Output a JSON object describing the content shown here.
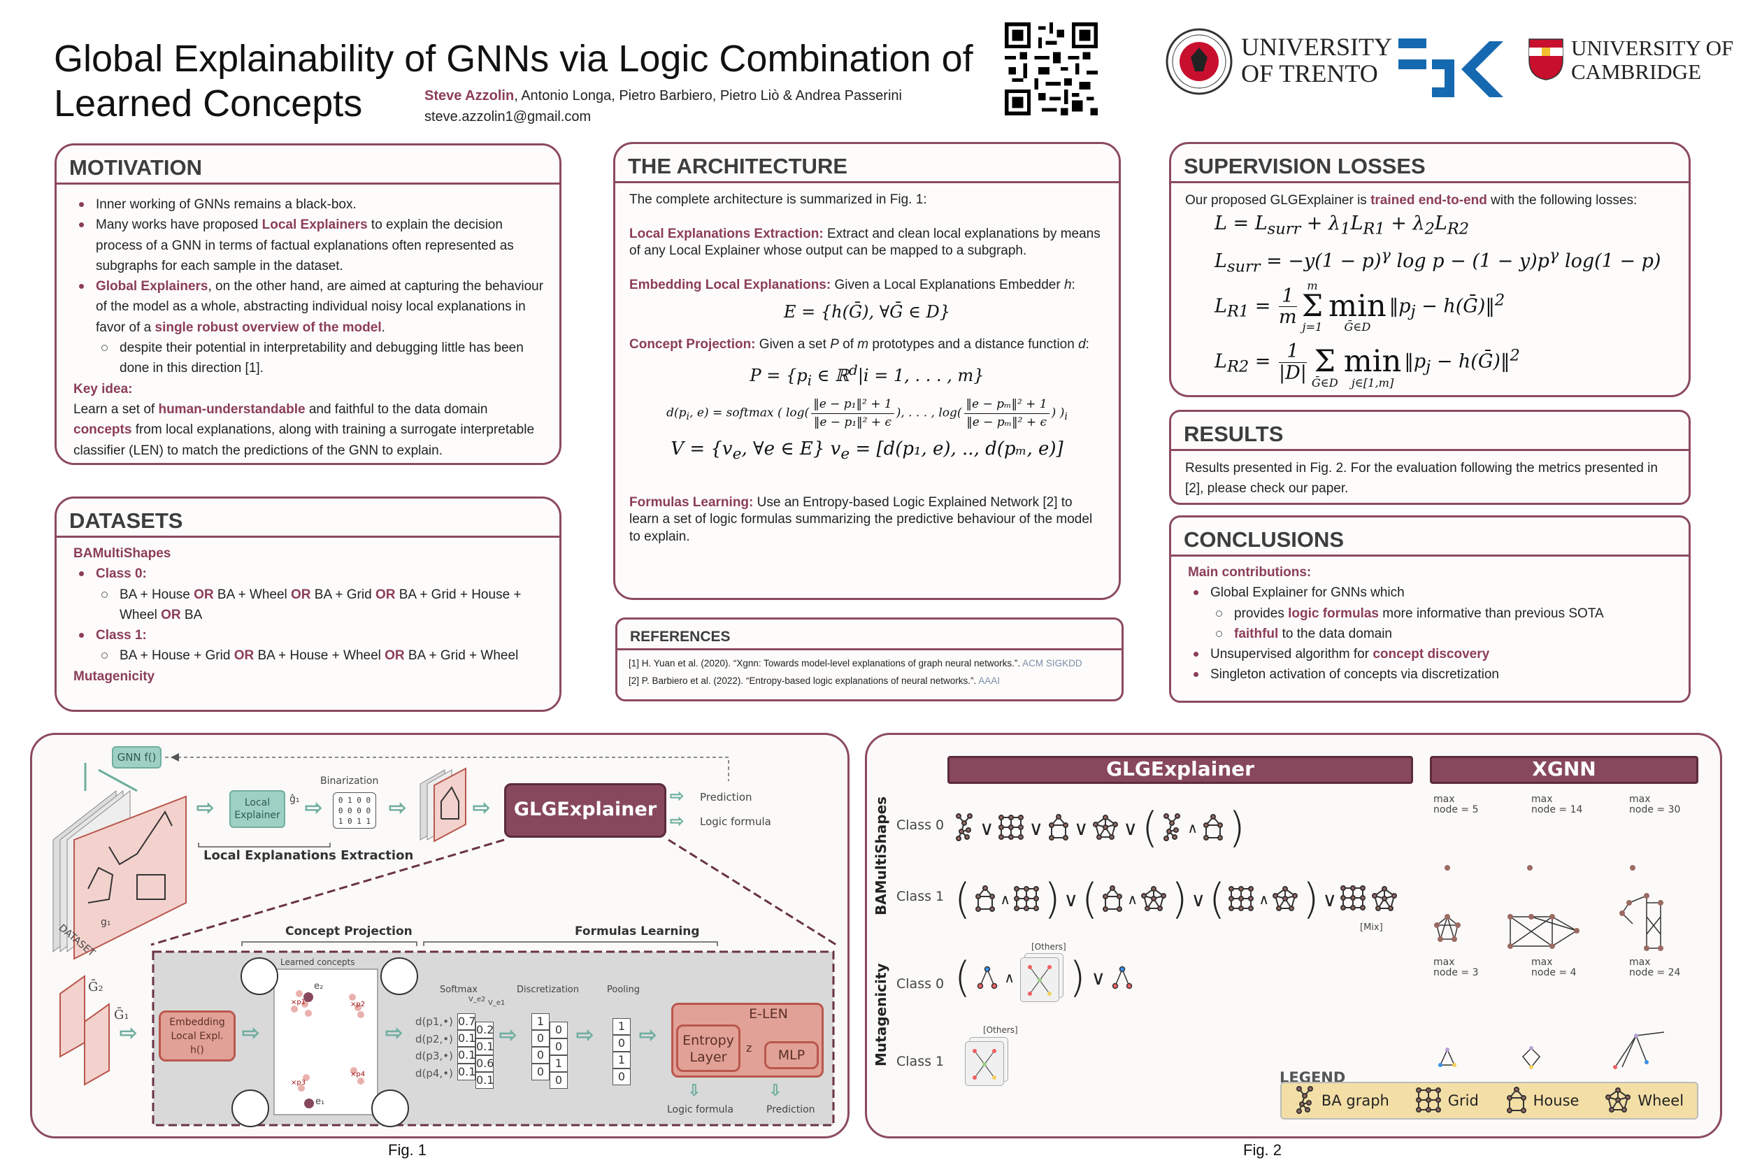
{
  "header": {
    "title_line1": "Global Explainability of GNNs via Logic Combination of",
    "title_line2": "Learned Concepts",
    "first_author": "Steve Azzolin",
    "other_authors": ", Antonio Longa, Pietro Barbiero, Pietro Liò & Andrea Passerini",
    "email": "steve.azzolin1@gmail.com",
    "logos": {
      "trento": [
        "UNIVERSITY",
        "OF TRENTO"
      ],
      "trento_seal": "UNIVERSITAS ATHESINA STUDIORUM",
      "cambridge": [
        "UNIVERSITY OF",
        "CAMBRIDGE"
      ]
    }
  },
  "colors": {
    "accent": "#8b3d5a",
    "border": "#8c4a62",
    "teal": "#9fd0c4",
    "salmon": "#e2a196",
    "legend_bg": "#f3dfa6"
  },
  "motivation": {
    "title": "MOTIVATION",
    "bullets": [
      {
        "level": 1,
        "parts": [
          "Inner working of GNNs remains a black-box."
        ]
      },
      {
        "level": 1,
        "parts": [
          "Many works have proposed ",
          {
            "c": "em",
            "t": "Local Explainers"
          },
          " to explain the decision process of a GNN in terms of factual explanations often represented as subgraphs for each sample in the dataset."
        ]
      },
      {
        "level": 1,
        "parts": [
          {
            "c": "em",
            "t": "Global Explainers"
          },
          ", on the other hand, are aimed at capturing the behaviour of the model as a whole, abstracting individual noisy local explanations in favor of a ",
          {
            "c": "em",
            "t": "single robust overview of the model"
          },
          "."
        ]
      },
      {
        "level": 2,
        "parts": [
          "despite their potential in interpretability and debugging little has been done in this direction [1]."
        ]
      }
    ],
    "key_idea_label": "Key idea:",
    "key_idea": [
      "Learn a set of ",
      {
        "c": "em",
        "t": "human-understandable"
      },
      " and faithful to the data domain ",
      {
        "c": "em",
        "t": "concepts"
      },
      " from local explanations, along with training a surrogate interpretable classifier (LEN) to match the predictions of the GNN to explain."
    ]
  },
  "datasets": {
    "title": "DATASETS",
    "items": [
      {
        "level": 0,
        "parts": [
          {
            "c": "em",
            "t": "BAMultiShapes"
          }
        ]
      },
      {
        "level": 1,
        "parts": [
          {
            "c": "em",
            "t": "Class 0:"
          }
        ]
      },
      {
        "level": 2,
        "parts": [
          "BA + House ",
          {
            "c": "em",
            "t": "OR"
          },
          " BA + Wheel ",
          {
            "c": "em",
            "t": "OR"
          },
          " BA + Grid ",
          {
            "c": "em",
            "t": "OR"
          },
          " BA + Grid + House + Wheel ",
          {
            "c": "em",
            "t": "OR"
          },
          " BA"
        ]
      },
      {
        "level": 1,
        "parts": [
          {
            "c": "em",
            "t": "Class 1:"
          }
        ]
      },
      {
        "level": 2,
        "parts": [
          "BA + House + Grid ",
          {
            "c": "em",
            "t": "OR"
          },
          " BA + House + Wheel ",
          {
            "c": "em",
            "t": "OR"
          },
          " BA + Grid + Wheel"
        ]
      },
      {
        "level": 0,
        "parts": [
          {
            "c": "em",
            "t": "Mutagenicity"
          }
        ]
      }
    ]
  },
  "architecture": {
    "title": "THE ARCHITECTURE",
    "intro": "The complete architecture is summarized in Fig. 1:",
    "p1": [
      {
        "c": "em",
        "t": "Local Explanations Extraction:"
      },
      " Extract and clean local explanations by means of any Local Explainer whose output can be mapped to a subgraph."
    ],
    "p2": [
      {
        "c": "em",
        "t": "Embedding Local Explanations:"
      },
      " Given a Local Explanations Embedder ",
      {
        "c": "i",
        "t": "h"
      },
      ":"
    ],
    "eq_E": [
      "E = {h(Ḡ), ∀Ḡ ∈ D}"
    ],
    "p3": [
      {
        "c": "em",
        "t": "Concept Projection:"
      },
      " Given a set ",
      {
        "c": "i",
        "t": "P"
      },
      " of ",
      {
        "c": "i",
        "t": "m"
      },
      " prototypes and a distance function ",
      {
        "c": "i",
        "t": "d"
      },
      ":"
    ],
    "eq_P": [
      "P = {p",
      {
        "c": "sub",
        "t": "i"
      },
      " ∈ ℝ",
      {
        "c": "sup",
        "t": "d"
      },
      "|i = 1, . . . , m}"
    ],
    "eq_d": [
      "d(p",
      {
        "c": "sub",
        "t": "i"
      },
      ", e) = softmax ( log(",
      {
        "c": "frac",
        "n": "‖e − p₁‖² + 1",
        "d": "‖e − p₁‖² + ϵ"
      },
      "), . . . , log(",
      {
        "c": "frac",
        "n": "‖e − pₘ‖² + 1",
        "d": "‖e − pₘ‖² + ϵ"
      },
      ") )",
      {
        "c": "sub",
        "t": "i"
      }
    ],
    "eq_V": [
      "V = {v",
      {
        "c": "sub",
        "t": "e"
      },
      ", ∀e ∈ E}      v",
      {
        "c": "sub",
        "t": "e"
      },
      " = [d(p₁, e), .., d(pₘ, e)]"
    ],
    "p4": [
      {
        "c": "em",
        "t": "Formulas Learning:"
      },
      " Use an Entropy-based Logic Explained Network [2] to learn a set of logic formulas summarizing the predictive behaviour of the model to explain."
    ]
  },
  "references": {
    "title": "REFERENCES",
    "items": [
      [
        "[1] H. Yuan et al. (2020). “Xgnn: Towards model-level explanations of graph neural networks.”.  ",
        {
          "c": "link",
          "t": "ACM SIGKDD"
        }
      ],
      [
        "[2] P. Barbiero et al. (2022). “Entropy-based logic explanations of neural networks.”. ",
        {
          "c": "link",
          "t": "AAAI"
        }
      ]
    ]
  },
  "supervision": {
    "title": "SUPERVISION LOSSES",
    "intro": [
      "Our proposed GLGExplainer is ",
      {
        "c": "em",
        "t": "trained end-to-end"
      },
      " with the following losses:"
    ],
    "eqs": [
      [
        "L = L",
        {
          "c": "sub",
          "t": "surr"
        },
        " + λ",
        {
          "c": "sub",
          "t": "1"
        },
        "L",
        {
          "c": "sub",
          "t": "R1"
        },
        " + λ",
        {
          "c": "sub",
          "t": "2"
        },
        "L",
        {
          "c": "sub",
          "t": "R2"
        }
      ],
      [
        "L",
        {
          "c": "sub",
          "t": "surr"
        },
        " = −y(1 − p)",
        {
          "c": "sup",
          "t": "γ"
        },
        " log p − (1 − y)p",
        {
          "c": "sup",
          "t": "γ"
        },
        " log(1 − p)"
      ],
      [
        "L",
        {
          "c": "sub",
          "t": "R1"
        },
        " = ",
        {
          "c": "frac",
          "n": "1",
          "d": "m"
        },
        {
          "c": "op",
          "t": "Σ",
          "top": "m",
          "bot": "j=1"
        },
        {
          "c": "op",
          "t": "min",
          "top": "",
          "bot": "Ḡ∈D"
        },
        "‖p",
        {
          "c": "sub",
          "t": "j"
        },
        " − h(Ḡ)‖",
        {
          "c": "sup",
          "t": "2"
        }
      ],
      [
        "L",
        {
          "c": "sub",
          "t": "R2"
        },
        " = ",
        {
          "c": "frac",
          "n": "1",
          "d": "|D|"
        },
        {
          "c": "op",
          "t": "Σ",
          "top": "",
          "bot": "Ḡ∈D"
        },
        {
          "c": "op",
          "t": "min",
          "top": "",
          "bot": "j∈[1,m]"
        },
        "‖p",
        {
          "c": "sub",
          "t": "j"
        },
        " − h(Ḡ)‖",
        {
          "c": "sup",
          "t": "2"
        }
      ]
    ]
  },
  "results": {
    "title": "RESULTS",
    "text": "Results presented in Fig. 2. For the evaluation following the metrics presented in [2], please check our paper."
  },
  "conclusions": {
    "title": "CONCLUSIONS",
    "items": [
      {
        "level": 0,
        "parts": [
          {
            "c": "em",
            "t": "Main contributions:"
          }
        ]
      },
      {
        "level": 1,
        "parts": [
          "Global Explainer for GNNs which"
        ]
      },
      {
        "level": 2,
        "parts": [
          "provides ",
          {
            "c": "em",
            "t": "logic formulas"
          },
          " more informative than previous SOTA"
        ]
      },
      {
        "level": 2,
        "parts": [
          {
            "c": "em",
            "t": "faithful"
          },
          " to the data domain"
        ]
      },
      {
        "level": 1,
        "parts": [
          "Unsupervised algorithm for ",
          {
            "c": "em",
            "t": "concept discovery"
          }
        ]
      },
      {
        "level": 1,
        "parts": [
          "Singleton activation of concepts via discretization"
        ]
      }
    ]
  },
  "fig1": {
    "caption": "Fig. 1",
    "gnn": "GNN f()",
    "local_explainer": "Local Explainer",
    "g_hat": "ĝ₁",
    "binarization": "Binarization",
    "bin_rows": [
      "0 1 0 0",
      "0 0 0 0",
      "1 0 1 1"
    ],
    "local_extraction": "Local Explanations Extraction",
    "dataset": "DATASET",
    "g1": "g₁",
    "glgexplainer": "GLGExplainer",
    "prediction": "Prediction",
    "logic_formula": "Logic formula",
    "concept_projection": "Concept Projection",
    "formulas_learning": "Formulas Learning",
    "gbar2": "Ḡ₂",
    "gbar1": "Ḡ₁",
    "embedding": [
      "Embedding",
      "Local Expl.",
      "h()"
    ],
    "learned_concepts": "Learned concepts",
    "e2": "e₂",
    "e1": "e₁",
    "prototypes": [
      "×p1",
      "×p2",
      "×p3",
      "×p4"
    ],
    "softmax": "Softmax",
    "discretization": "Discretization",
    "pooling": "Pooling",
    "v_e2": "V_e2",
    "v_e1": "V_e1",
    "d_labels": [
      "d(p1,•)",
      "d(p2,•)",
      "d(p3,•)",
      "d(p4,•)"
    ],
    "softmax_e2": [
      "0.7",
      "0.1",
      "0.1",
      "0.1"
    ],
    "softmax_e1": [
      "0.2",
      "0.1",
      "0.6",
      "0.1"
    ],
    "disc_e2": [
      "1",
      "0",
      "0",
      "0"
    ],
    "disc_e1": [
      "0",
      "0",
      "1",
      "0"
    ],
    "pooled": [
      "1",
      "0",
      "1",
      "0"
    ],
    "elen": "E-LEN",
    "entropy_layer": [
      "Entropy",
      "Layer"
    ],
    "z": "z",
    "mlp": "MLP",
    "out_logic": "Logic formula",
    "out_prediction": "Prediction"
  },
  "fig2": {
    "caption": "Fig. 2",
    "glg_header": "GLGExplainer",
    "xgnn_header": "XGNN",
    "dataset1": "BAMultiShapes",
    "dataset2": "Mutagenicity",
    "class0": "Class 0",
    "class1": "Class 1",
    "or": "∨",
    "and": "∧",
    "mix": "[Mix]",
    "others": "[Others]",
    "max_label": "max",
    "node_label": "node",
    "ba_max_nodes": [
      "= 5",
      "= 14",
      "= 30"
    ],
    "mut_max_nodes": [
      "= 3",
      "= 4",
      "= 24"
    ],
    "legend_title": "LEGEND",
    "legend": [
      "BA graph",
      "Grid",
      "House",
      "Wheel"
    ]
  }
}
